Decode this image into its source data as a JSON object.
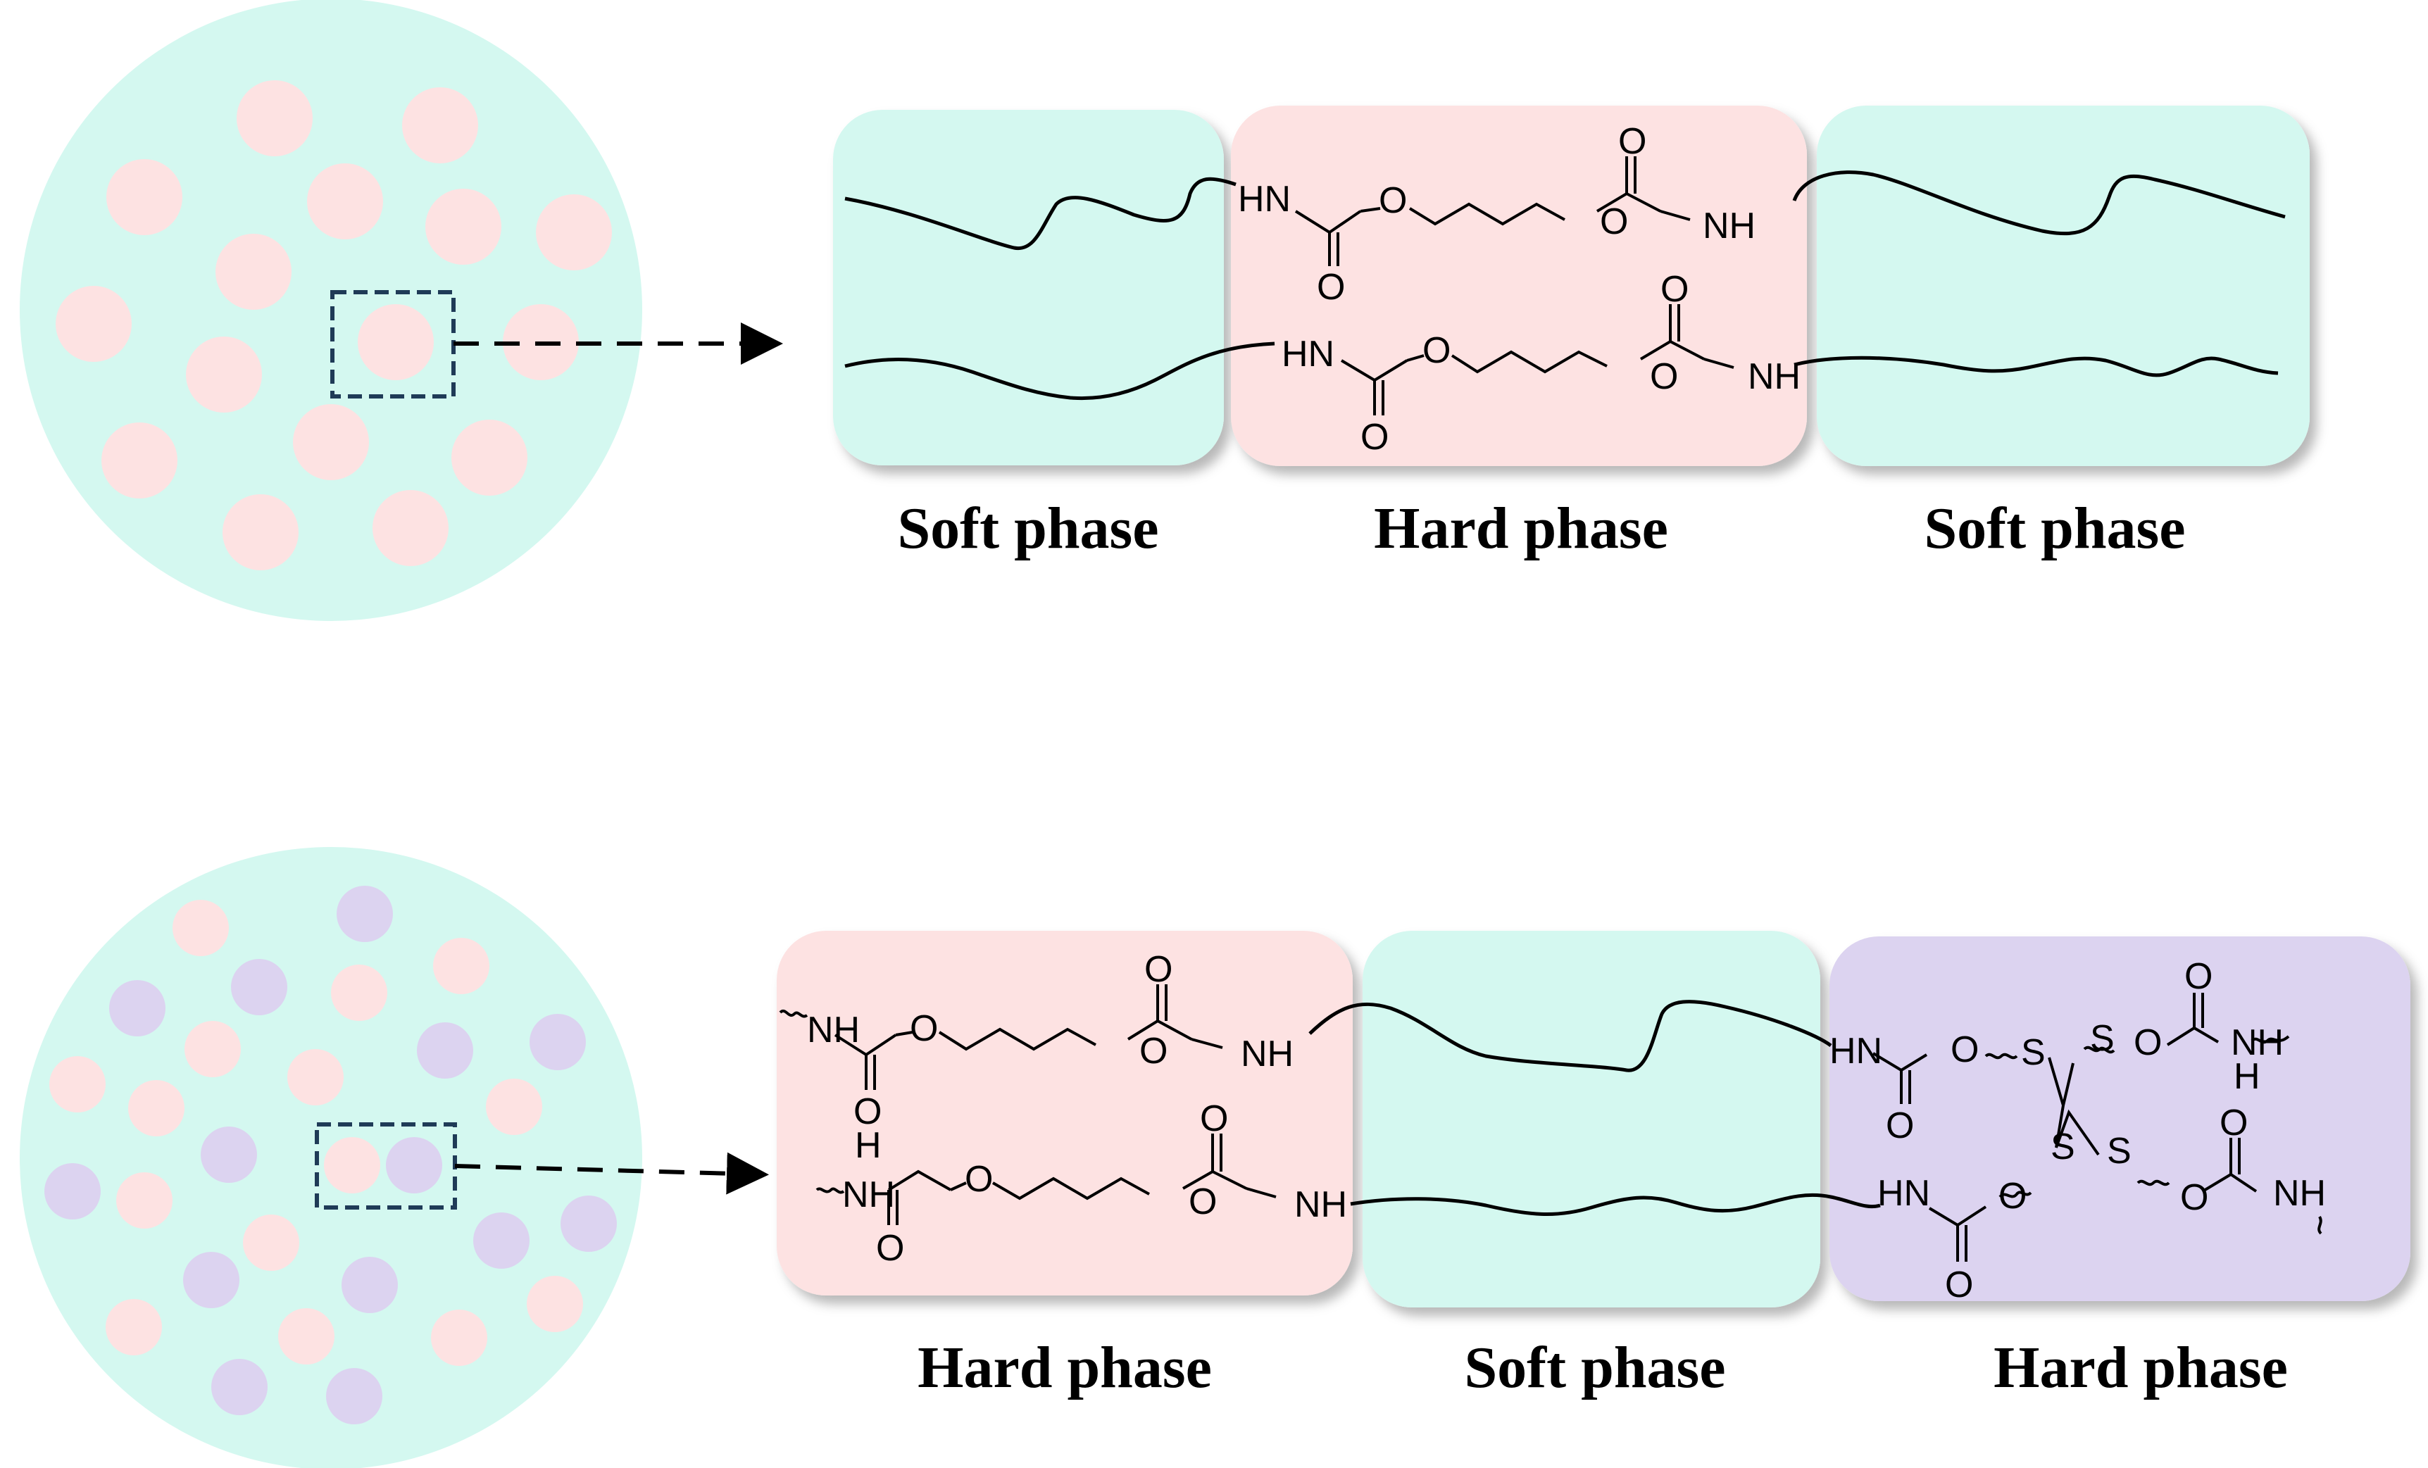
{
  "colors": {
    "matrix": "#d4f8f0",
    "hard_domain": "#fde2e2",
    "dynamic_domain": "#dcd3f0",
    "soft_box": "#d4f8f0",
    "hard_box": "#fde2e2",
    "dynamic_box": "#dcd3f0",
    "callout": "#1f3b57"
  },
  "top": {
    "labels": [
      "Soft phase",
      "Hard phase",
      "Soft phase"
    ],
    "atoms": {
      "hn": "HN",
      "o": "O",
      "nh": "NH"
    }
  },
  "bottom": {
    "labels": [
      "Hard phase",
      "Soft phase",
      "Hard phase"
    ],
    "atoms": {
      "hn": "HN",
      "o": "O",
      "nh": "NH",
      "h": "H",
      "s": "S"
    }
  }
}
